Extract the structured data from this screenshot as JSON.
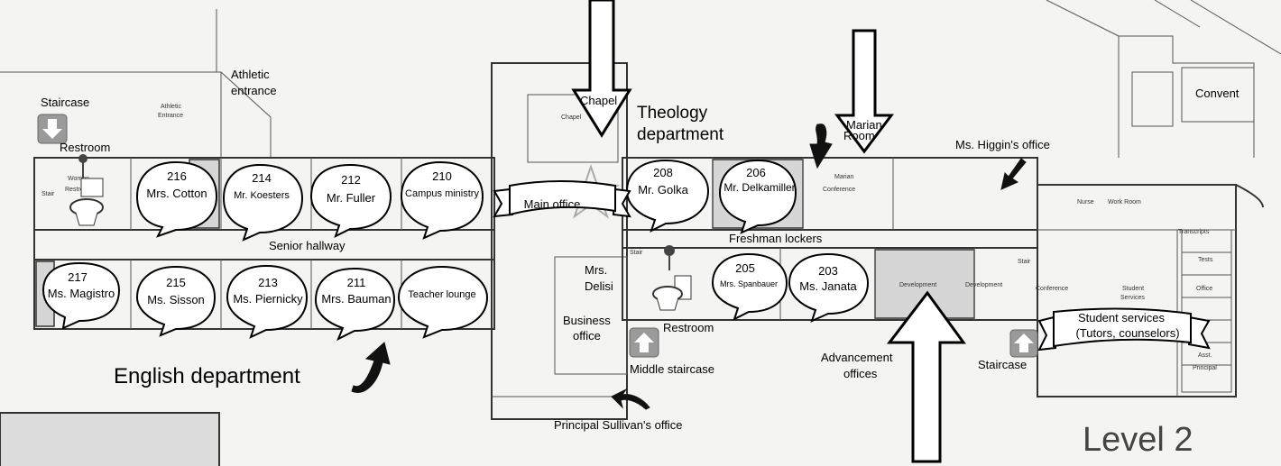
{
  "map": {
    "level": "Level 2",
    "labels": {
      "athletic_entrance": "Athletic entrance",
      "staircase_left": "Staircase",
      "restroom_left": "Restroom",
      "senior_hallway": "Senior hallway",
      "english_department": "English department",
      "chapel": "Chapel",
      "theology_department": "Theology department",
      "marian_room": "Marian Room",
      "ms_higgins_office": "Ms. Higgin's office",
      "convent": "Convent",
      "freshman_lockers": "Freshman lockers",
      "main_office": "Main office",
      "mrs_delisi": "Mrs. Delisi",
      "business_office": "Business office",
      "restroom_middle": "Restroom",
      "middle_staircase": "Middle staircase",
      "principal_office": "Principal Sullivan's office",
      "advancement_offices": "Advancement offices",
      "staircase_right": "Staircase",
      "student_services": "Student services",
      "student_services_sub": "(Tutors, counselors)"
    },
    "print": {
      "athletic": "Athletic",
      "entrance": "Entrance",
      "chapel": "Chapel",
      "marian": "Marian",
      "conference": "Conference",
      "nurse": "Nurse",
      "work_room": "Work Room",
      "stair": "Stair",
      "women": "Women",
      "restroom": "Restroom",
      "development": "Development",
      "transcripts": "Transcripts",
      "tests": "Tests",
      "office": "Office",
      "student": "Student",
      "services": "Services",
      "asst": "Asst.",
      "principal": "Principal"
    },
    "rooms_top": [
      {
        "number": "216",
        "name": "Mrs. Cotton"
      },
      {
        "number": "214",
        "name": "Mr. Koesters"
      },
      {
        "number": "212",
        "name": "Mr. Fuller"
      },
      {
        "number": "210",
        "name": "Campus ministry"
      }
    ],
    "rooms_bottom": [
      {
        "number": "217",
        "name": "Ms. Magistro"
      },
      {
        "number": "215",
        "name": "Ms. Sisson"
      },
      {
        "number": "213",
        "name": "Ms. Piernicky"
      },
      {
        "number": "211",
        "name": "Mrs. Bauman"
      },
      {
        "number": "",
        "name": "Teacher lounge"
      }
    ],
    "rooms_right_top": [
      {
        "number": "208",
        "name": "Mr. Golka"
      },
      {
        "number": "206",
        "name": "Mr. Delkamiller"
      }
    ],
    "rooms_right_bottom": [
      {
        "number": "205",
        "name": "Mrs. Spanbauer"
      },
      {
        "number": "203",
        "name": "Ms. Janata"
      }
    ],
    "colors": {
      "arrow_fill": "#ffffff",
      "black_arrow": "#111111",
      "stair_icon": "#9a9a9a"
    },
    "icons": [
      "staircase-down-icon",
      "staircase-up-icon",
      "toilet-icon",
      "curved-arrow-icon",
      "star-icon"
    ]
  }
}
